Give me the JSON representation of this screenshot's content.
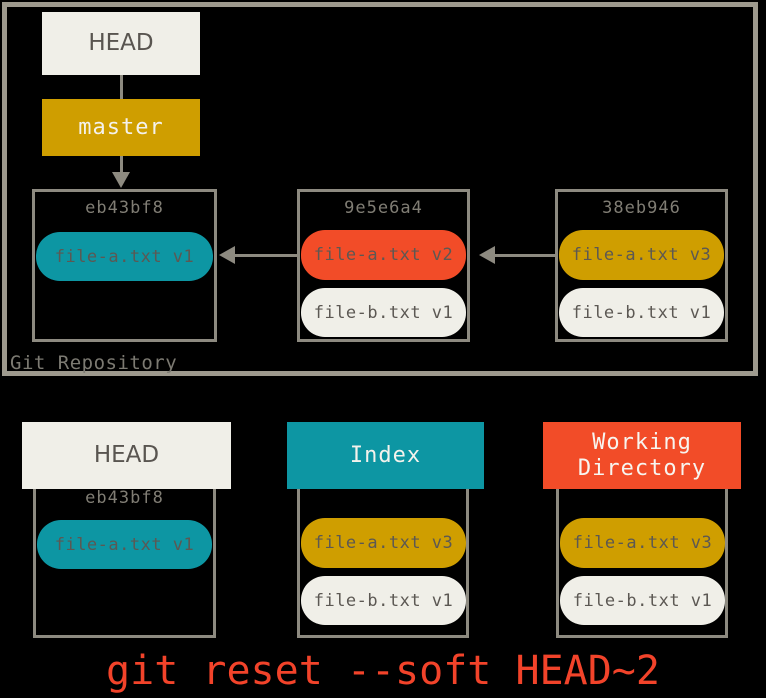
{
  "repository": {
    "label": "Git Repository",
    "refs": {
      "head_label": "HEAD",
      "branch_label": "master"
    },
    "commits": [
      {
        "hash": "eb43bf8",
        "files": [
          {
            "name": "file-a.txt v1",
            "color": "#0d96a3"
          }
        ]
      },
      {
        "hash": "9e5e6a4",
        "files": [
          {
            "name": "file-a.txt v2",
            "color": "#f24c28"
          },
          {
            "name": "file-b.txt v1",
            "color": "#f0efe8"
          }
        ]
      },
      {
        "hash": "38eb946",
        "files": [
          {
            "name": "file-a.txt v3",
            "color": "#cf9e00"
          },
          {
            "name": "file-b.txt v1",
            "color": "#f0efe8"
          }
        ]
      }
    ]
  },
  "areas": [
    {
      "title": "HEAD",
      "header_color": "#f0efe8",
      "header_text_color": "#595550",
      "hash": "eb43bf8",
      "files": [
        {
          "name": "file-a.txt v1",
          "color": "#0d96a3"
        }
      ]
    },
    {
      "title": "Index",
      "header_color": "#0d96a3",
      "header_text_color": "#f4f2ec",
      "hash": "",
      "files": [
        {
          "name": "file-a.txt v3",
          "color": "#cf9e00"
        },
        {
          "name": "file-b.txt v1",
          "color": "#f0efe8"
        }
      ]
    },
    {
      "title_line1": "Working",
      "title_line2": "Directory",
      "header_color": "#f24c28",
      "header_text_color": "#f7f5f0",
      "hash": "",
      "files": [
        {
          "name": "file-a.txt v3",
          "color": "#cf9e00"
        },
        {
          "name": "file-b.txt v1",
          "color": "#f0efe8"
        }
      ]
    }
  ],
  "caption": "git reset --soft HEAD~2",
  "colors": {
    "background": "#000000",
    "teal": "#0d96a3",
    "gold": "#cf9e00",
    "red": "#f24c28",
    "cream": "#f0efe8",
    "border_gray": "#8d8a80",
    "frame_gray": "#9e9a8e",
    "text_gray": "#5c5853",
    "caption_red": "#f2432a"
  }
}
